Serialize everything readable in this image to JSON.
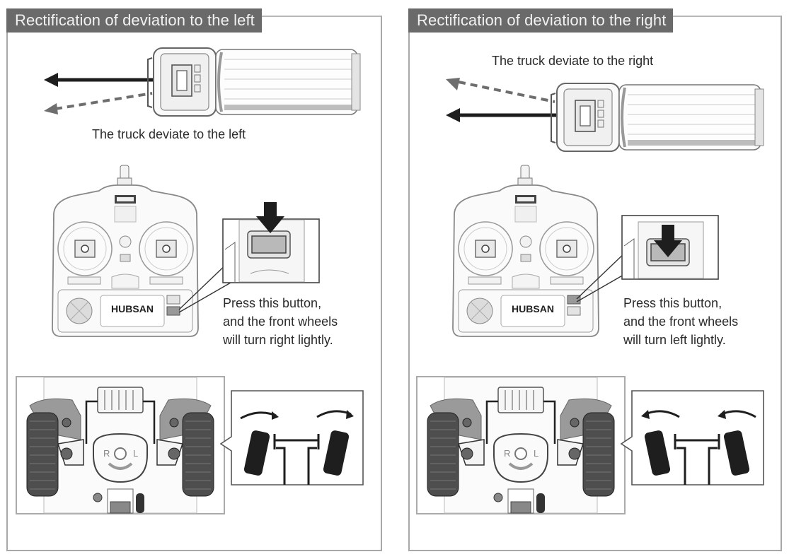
{
  "panels": [
    {
      "id": "left",
      "title": "Rectification of deviation to the left",
      "truck_caption": "The truck deviate to the left",
      "instruction_lines": [
        "Press this button,",
        "and the front wheels",
        "will turn right lightly."
      ],
      "steering_direction": "right",
      "trim_button": "lower",
      "remote_brand": "HUBSAN",
      "servo_labels": [
        "R",
        "L"
      ]
    },
    {
      "id": "right",
      "title": "Rectification of deviation to the right",
      "truck_caption": "The truck deviate to the right",
      "instruction_lines": [
        "Press this button,",
        "and the front wheels",
        "will turn left lightly."
      ],
      "steering_direction": "left",
      "trim_button": "upper",
      "remote_brand": "HUBSAN",
      "servo_labels": [
        "R",
        "L"
      ]
    }
  ],
  "colors": {
    "title_bg": "#6a6a6a",
    "title_text": "#f2f2f2",
    "border": "#a8a8a8",
    "ink": "#1e1e1e",
    "dashed_arrow": "#6e6e6e"
  }
}
